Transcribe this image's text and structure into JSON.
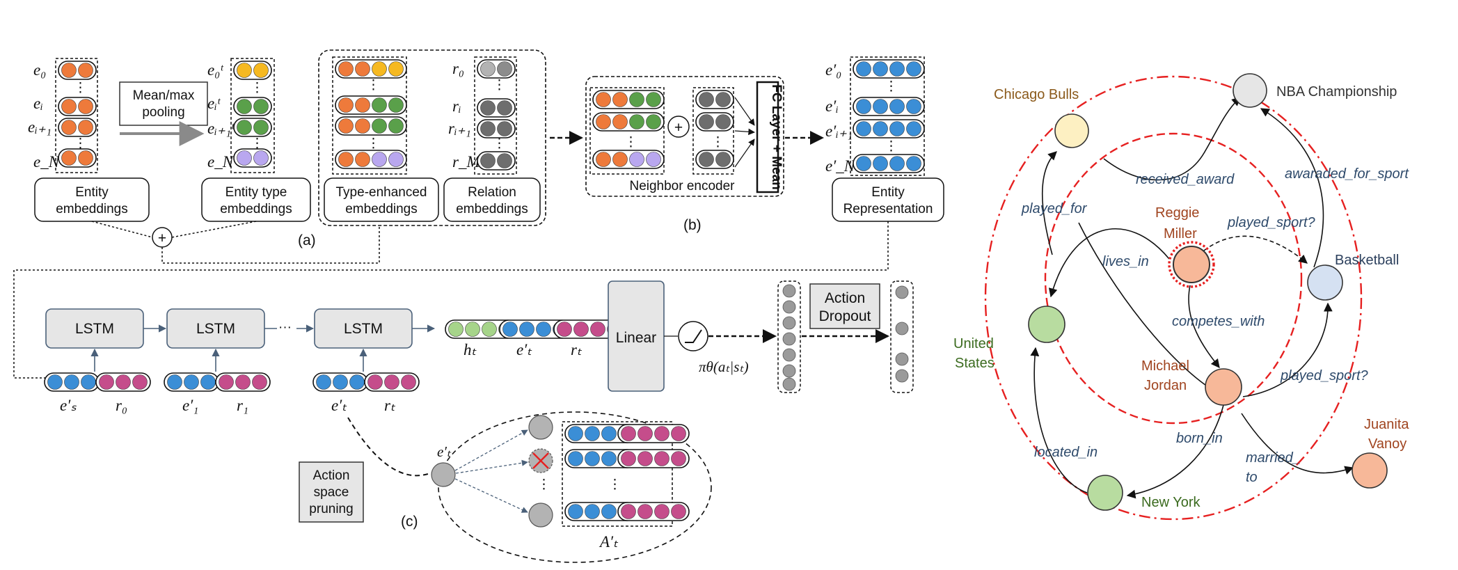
{
  "colors": {
    "orange": "#ee7a3b",
    "green": "#5aa04a",
    "purple": "#b9a7ef",
    "yellow": "#f6b921",
    "blue": "#3b8ed6",
    "pink": "#c54d8b",
    "lightgreen": "#a6d48a",
    "gray": "#8c8c8c",
    "darkgray": "#6e6e6e",
    "red": "#e62020",
    "boxfill": "#e6e6e6",
    "boxstroke": "#4a6079"
  },
  "panel_a": {
    "label": "(a)",
    "entity_labels": {
      "e0": "e₀",
      "ei": "eᵢ",
      "ei1": "eᵢ₊₁",
      "eN": "e_N"
    },
    "type_labels": {
      "e0": "e₀ᵗ",
      "ei": "eᵢᵗ",
      "ei1": "eᵢ₊₁ᵗ",
      "eN": "e_Nᵗ"
    },
    "pool_line1": "Mean/max",
    "pool_line2": "pooling",
    "entity_emb_line1": "Entity",
    "entity_emb_line2": "embeddings",
    "type_emb_line1": "Entity type",
    "type_emb_line2": "embeddings",
    "type_enh_line1": "Type-enhanced",
    "type_enh_line2": "embeddings",
    "rel_emb_line1": "Relation",
    "rel_emb_line2": "embeddings",
    "rel_labels": {
      "r0": "r₀",
      "ri": "rᵢ",
      "ri1": "rᵢ₊₁",
      "rM": "r_M"
    },
    "dots": "⋮"
  },
  "panel_b": {
    "label": "(b)",
    "neighbor_encoder": "Neighbor encoder",
    "fc_layer": "FC Layer + Mean",
    "out_labels": {
      "e0": "e′₀",
      "ei": "e′ᵢ",
      "ei1": "e′ᵢ₊₁",
      "eN": "e′_N"
    },
    "entity_rep_line1": "Entity",
    "entity_rep_line2": "Representation"
  },
  "panel_c": {
    "label": "(c)",
    "lstm": "LSTM",
    "ellipsis": "···",
    "linear": "Linear",
    "action_dropout_line1": "Action",
    "action_dropout_line2": "Dropout",
    "policy": "πθ(aₜ|sₜ)",
    "pruning_line1": "Action",
    "pruning_line2": "space",
    "pruning_line3": "pruning",
    "input_labels": {
      "es": "e′ₛ",
      "r0": "r₀",
      "e1": "e′₁",
      "r1": "r₁",
      "et": "e′ₜ",
      "rt": "rₜ"
    },
    "state_labels": {
      "ht": "hₜ",
      "et": "e′ₜ",
      "rt": "rₜ"
    },
    "pruning_node": "e′ₜ",
    "action_set": "A′ₜ"
  },
  "graph": {
    "entities": {
      "chicago_bulls": "Chicago Bulls",
      "nba_championship": "NBA Championship",
      "reggie_miller_1": "Reggie",
      "reggie_miller_2": "Miller",
      "basketball": "Basketball",
      "united_states_1": "United",
      "united_states_2": "States",
      "michael_jordan_1": "Michael",
      "michael_jordan_2": "Jordan",
      "juanita_vanoy_1": "Juanita",
      "juanita_vanoy_2": "Vanoy",
      "new_york": "New York"
    },
    "relations": {
      "played_for": "played_for",
      "received_award": "received_award",
      "awaraded_for_sport": "awaraded_for_sport",
      "lives_in": "lives_in",
      "played_sport_q1": "played_sport?",
      "competes_with": "competes_with",
      "played_sport_q2": "played_sport?",
      "born_in": "born_in",
      "married_to_1": "married_",
      "married_to_2": "to",
      "located_in": "located_in"
    },
    "entity_colors": {
      "chicago_bulls": "#8b5a1b",
      "nba_championship": "#333333",
      "reggie_miller": "#a0441f",
      "basketball": "#2b3f5c",
      "united_states": "#3b6b1f",
      "michael_jordan": "#a0441f",
      "juanita_vanoy": "#a0441f",
      "new_york": "#3b6b1f"
    }
  }
}
